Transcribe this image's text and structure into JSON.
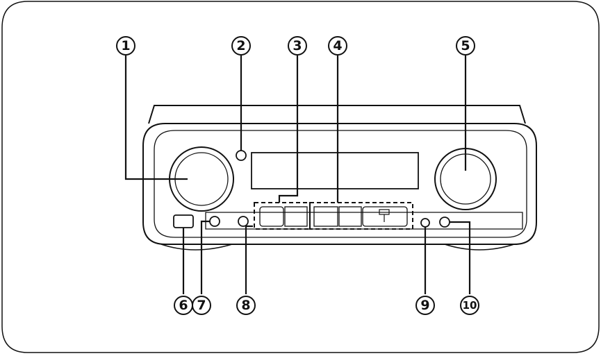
{
  "callouts": [
    {
      "id": "1",
      "label": "1"
    },
    {
      "id": "2",
      "label": "2"
    },
    {
      "id": "3",
      "label": "3"
    },
    {
      "id": "4",
      "label": "4"
    },
    {
      "id": "5",
      "label": "5"
    },
    {
      "id": "6",
      "label": "6"
    },
    {
      "id": "7",
      "label": "7"
    },
    {
      "id": "8",
      "label": "8"
    },
    {
      "id": "9",
      "label": "9"
    },
    {
      "id": "10",
      "label": "10"
    }
  ],
  "colors": {
    "line": "#111111",
    "panel_fill": "#f3f3f3",
    "background": "#ffffff"
  },
  "icons": [
    "large-knob-icon",
    "small-jack-icon",
    "button-icon"
  ]
}
